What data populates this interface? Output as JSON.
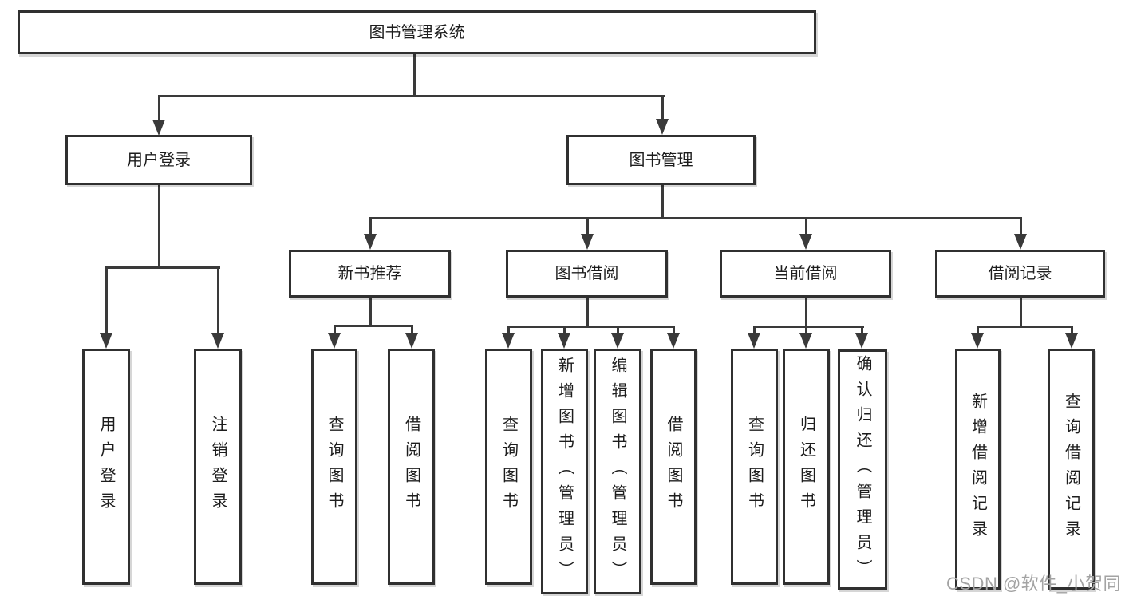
{
  "colors": {
    "line": "#3a3a3a",
    "border": "#303030",
    "text": "#1d1d1d",
    "watermark": "#a3a3a3",
    "bg": "#ffffff"
  },
  "tree": {
    "root": "图书管理系统",
    "children": [
      {
        "label": "用户登录",
        "children": [
          "用户登录",
          "注销登录"
        ]
      },
      {
        "label": "图书管理",
        "children": [
          {
            "label": "新书推荐",
            "children": [
              "查询图书",
              "借阅图书"
            ]
          },
          {
            "label": "图书借阅",
            "children": [
              "查询图书",
              "新增图书（管理员）",
              "编辑图书（管理员）",
              "借阅图书"
            ]
          },
          {
            "label": "当前借阅",
            "children": [
              "查询图书",
              "归还图书",
              "确认归还（管理员）"
            ]
          },
          {
            "label": "借阅记录",
            "children": [
              "新增借阅记录",
              "查询借阅记录"
            ]
          }
        ]
      }
    ]
  },
  "watermark": {
    "text": "CSDN @软件_小贺同学"
  }
}
